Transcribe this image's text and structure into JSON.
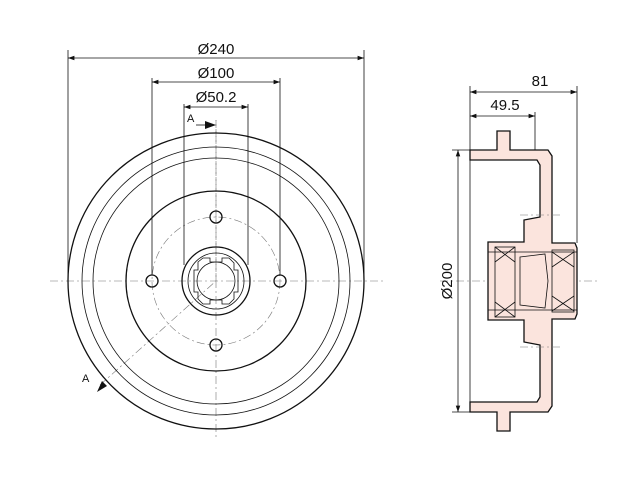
{
  "front_view": {
    "dim_outer_diameter": "Ø240",
    "dim_bolt_circle": "Ø100",
    "dim_center_bore": "Ø50.2",
    "section_mark_top": "A",
    "section_mark_bottom": "A"
  },
  "side_view": {
    "dim_total_height": "81",
    "dim_hub_height": "49.5",
    "dim_drum_diameter": "Ø200"
  },
  "colors": {
    "line": "#111111",
    "section_fill": "#fbe4dd",
    "centerline": "#777777"
  }
}
